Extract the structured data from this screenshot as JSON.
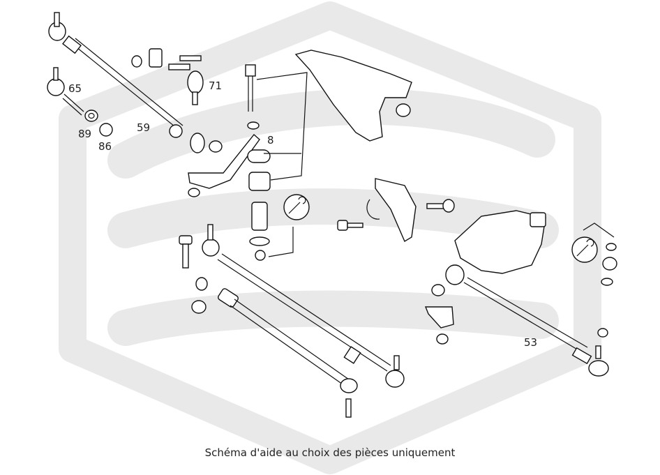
{
  "caption": "Schéma d'aide au choix des pièces uniquement",
  "part_labels": {
    "p65": "65",
    "p71": "71",
    "p59": "59",
    "p89": "89",
    "p86": "86",
    "p8": "8",
    "p53": "53"
  },
  "colors": {
    "watermark": "#e9e9e9",
    "line": "#111111",
    "text": "#222222"
  },
  "icons": [
    "wrench-icon",
    "wrench-icon"
  ]
}
